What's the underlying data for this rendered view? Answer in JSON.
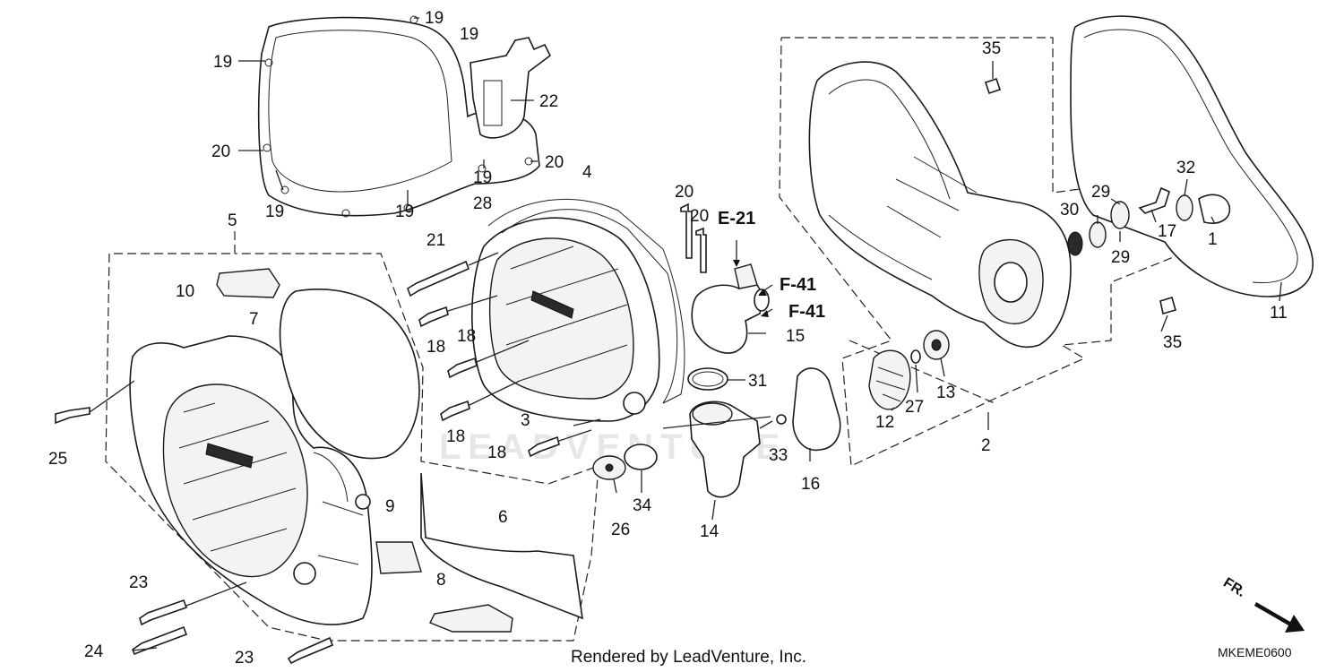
{
  "diagram": {
    "reference_labels": {
      "e21": "E-21",
      "f41_a": "F-41",
      "f41_b": "F-41"
    },
    "watermark": "LEADVENTURE",
    "credit": "Rendered by LeadVenture, Inc.",
    "diagram_code": "MKEME0600",
    "direction_label": "FR.",
    "callouts": [
      {
        "text": "19"
      },
      {
        "text": "19"
      },
      {
        "text": "19"
      },
      {
        "text": "22"
      },
      {
        "text": "20"
      },
      {
        "text": "20"
      },
      {
        "text": "19"
      },
      {
        "text": "19"
      },
      {
        "text": "28"
      },
      {
        "text": "19"
      },
      {
        "text": "4"
      },
      {
        "text": "5"
      },
      {
        "text": "21"
      },
      {
        "text": "10"
      },
      {
        "text": "7"
      },
      {
        "text": "18"
      },
      {
        "text": "18"
      },
      {
        "text": "3"
      },
      {
        "text": "18"
      },
      {
        "text": "18"
      },
      {
        "text": "25"
      },
      {
        "text": "9"
      },
      {
        "text": "6"
      },
      {
        "text": "8"
      },
      {
        "text": "23"
      },
      {
        "text": "24"
      },
      {
        "text": "23"
      },
      {
        "text": "20"
      },
      {
        "text": "20"
      },
      {
        "text": "15"
      },
      {
        "text": "31"
      },
      {
        "text": "33"
      },
      {
        "text": "26"
      },
      {
        "text": "34"
      },
      {
        "text": "14"
      },
      {
        "text": "16"
      },
      {
        "text": "35"
      },
      {
        "text": "35"
      },
      {
        "text": "32"
      },
      {
        "text": "29"
      },
      {
        "text": "30"
      },
      {
        "text": "29"
      },
      {
        "text": "17"
      },
      {
        "text": "1"
      },
      {
        "text": "11"
      },
      {
        "text": "13"
      },
      {
        "text": "12"
      },
      {
        "text": "27"
      },
      {
        "text": "2"
      }
    ]
  }
}
